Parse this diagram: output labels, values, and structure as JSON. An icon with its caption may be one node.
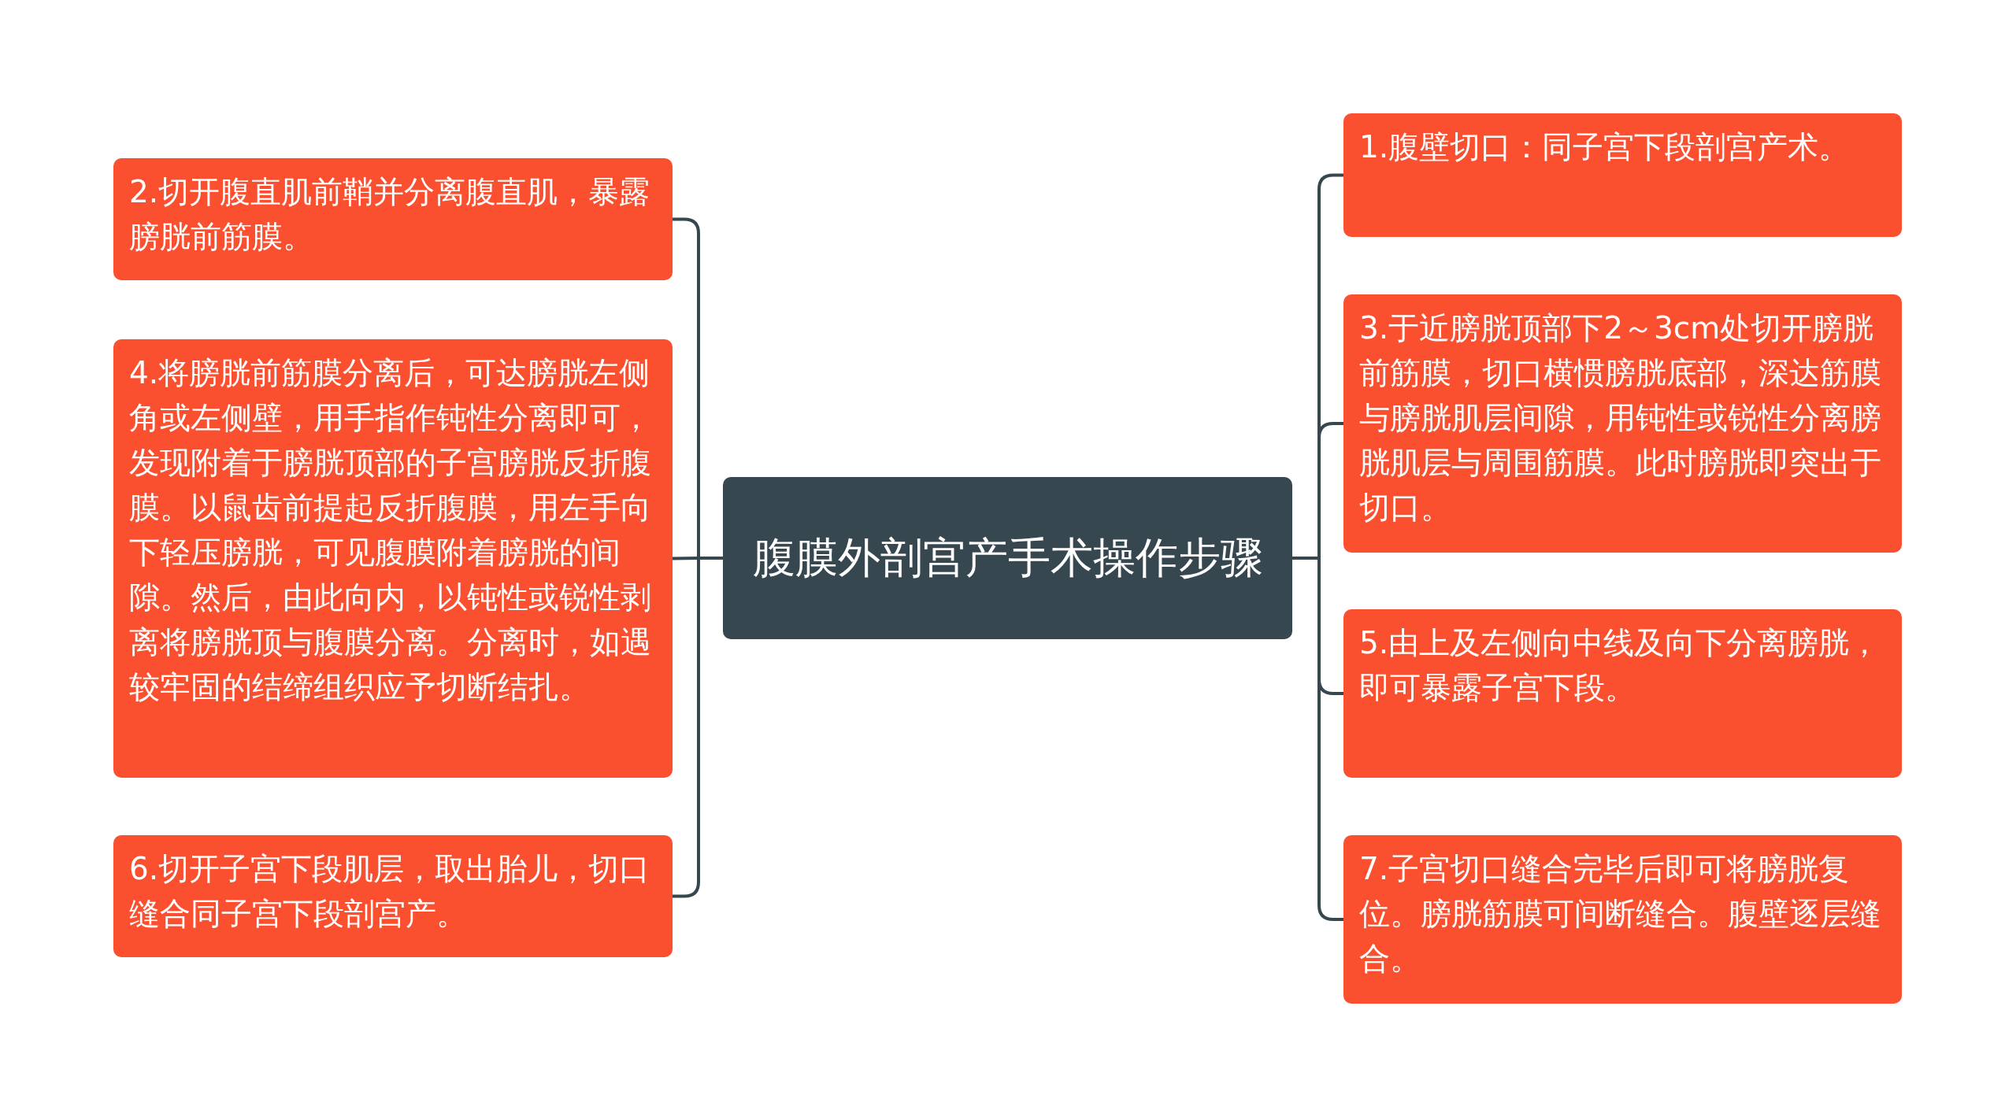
{
  "diagram": {
    "nodes": [
      {
        "text": [
          "腹膜外剖宫产手术操作步骤"
        ]
      },
      {
        "text": [
          "1.腹壁切口：同子宫下段剖宫产术。"
        ]
      },
      {
        "text": [
          "2.切开腹直肌前鞘并分离腹直肌，暴露膀胱前筋膜。"
        ]
      },
      {
        "text": [
          "3.于近膀胱顶部下2～3cm处切开膀胱前筋膜，切口横惯膀胱底部，深达筋膜与膀胱肌层间隙，用钝性或锐性分离膀胱肌层与周围筋膜。此时膀胱即突出于切口。"
        ]
      },
      {
        "text": [
          "4.将膀胱前筋膜分离后，可达膀胱左侧角或左侧壁，用手指作钝性分离即可，发现附着于膀胱顶部的子宫膀胱反折腹膜。以鼠齿前提起反折腹膜，用左手向下轻压膀胱，可见腹膜附着膀胱的间隙。然后，由此向内，以钝性或锐性剥离将膀胱顶与腹膜分离。分离时，如遇较牢固的结缔组织应予切断结扎。"
        ]
      },
      {
        "text": [
          "5.由上及左侧向中线及向下分离膀胱，即可暴露子宫下段。"
        ]
      },
      {
        "text": [
          "6.切开子宫下段肌层，取出胎儿，切口缝合同子宫下段剖宫产。"
        ]
      },
      {
        "text": [
          "7.子宫切口缝合完毕后即可将膀胱复位。膀胱筋膜可间断缝合。腹壁逐层缝合。"
        ]
      }
    ],
    "edges": [
      {
        "from": 0,
        "to": 1,
        "arrow": "none"
      },
      {
        "from": 0,
        "to": 2,
        "arrow": "none"
      },
      {
        "from": 0,
        "to": 3,
        "arrow": "none"
      },
      {
        "from": 0,
        "to": 4,
        "arrow": "none"
      },
      {
        "from": 0,
        "to": 5,
        "arrow": "none"
      },
      {
        "from": 0,
        "to": 6,
        "arrow": "none"
      },
      {
        "from": 0,
        "to": 7,
        "arrow": "none"
      }
    ]
  }
}
